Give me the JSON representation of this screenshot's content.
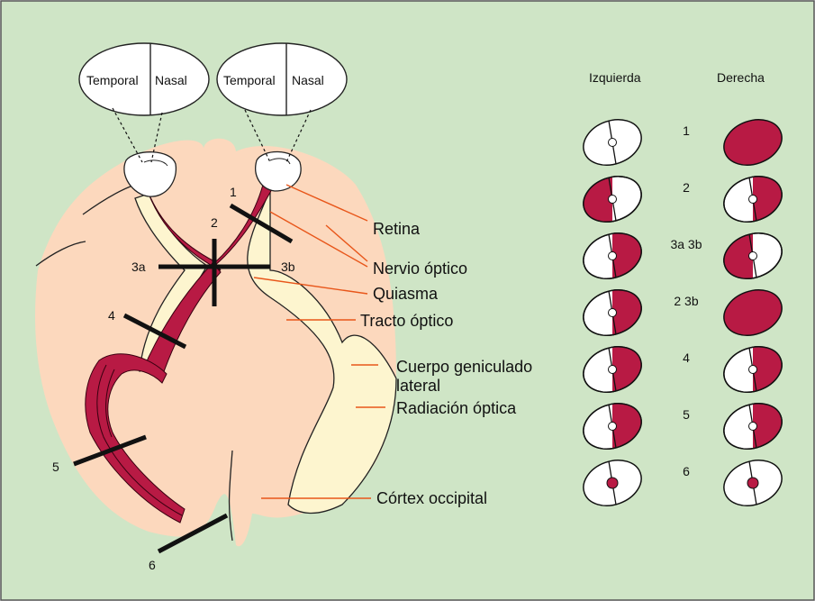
{
  "colors": {
    "panel_bg": "#cfe5c6",
    "brain_fill": "#fcd8bd",
    "pathway_fill": "#fdf5cf",
    "lesion_red": "#b81a44",
    "leader_orange": "#e8561a"
  },
  "eyes": {
    "left": {
      "temporal": "Temporal",
      "nasal": "Nasal"
    },
    "right": {
      "temporal": "Temporal",
      "nasal": "Nasal"
    }
  },
  "structure_labels": [
    "Retina",
    "Nervio óptico",
    "Quiasma",
    "Tracto óptico",
    "Cuerpo geniculado",
    "lateral",
    "Radiación óptica",
    "Córtex occipital"
  ],
  "lesion_numbers": [
    "1",
    "2",
    "3a",
    "3b",
    "4",
    "5",
    "6"
  ],
  "field_headers": {
    "left": "Izquierda",
    "right": "Derecha"
  },
  "field_rows": [
    {
      "label": "1",
      "left": "normal",
      "right": "full"
    },
    {
      "label": "2",
      "left": "left-half",
      "right": "right-half"
    },
    {
      "label": "3a 3b",
      "left": "right-half",
      "right": "left-half"
    },
    {
      "label": "2 3b",
      "left": "right-half",
      "right": "full"
    },
    {
      "label": "4",
      "left": "right-half",
      "right": "right-half"
    },
    {
      "label": "5",
      "left": "right-half",
      "right": "right-half"
    },
    {
      "label": "6",
      "left": "dot",
      "right": "dot"
    }
  ]
}
